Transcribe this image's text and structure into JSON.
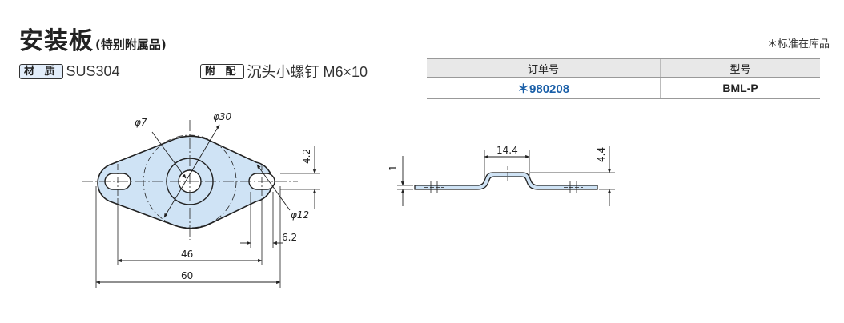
{
  "title": "安装板",
  "title_note": "(特别附属品)",
  "stock_note": "＊标准在库品",
  "material": {
    "label": "材 质",
    "value": "SUS304"
  },
  "accessory": {
    "label": "附 配",
    "value": "沉头小螺钉 M6×10"
  },
  "order_table": {
    "headers": [
      "订单号",
      "型号"
    ],
    "rows": [
      {
        "order_no": "＊980208",
        "model": "BML-P"
      }
    ]
  },
  "plan_view": {
    "dims": {
      "d7": "φ7",
      "d30": "φ30",
      "t42": "4.2",
      "d12": "φ12",
      "w62": "6.2",
      "c46": "46",
      "l60": "60"
    }
  },
  "side_view": {
    "dims": {
      "w144": "14.4",
      "t1": "1",
      "h44": "4.4"
    }
  },
  "colors": {
    "fill": "#cfe3f5",
    "accent": "#1a5fa8",
    "header_bg": "#e8e8e8"
  }
}
